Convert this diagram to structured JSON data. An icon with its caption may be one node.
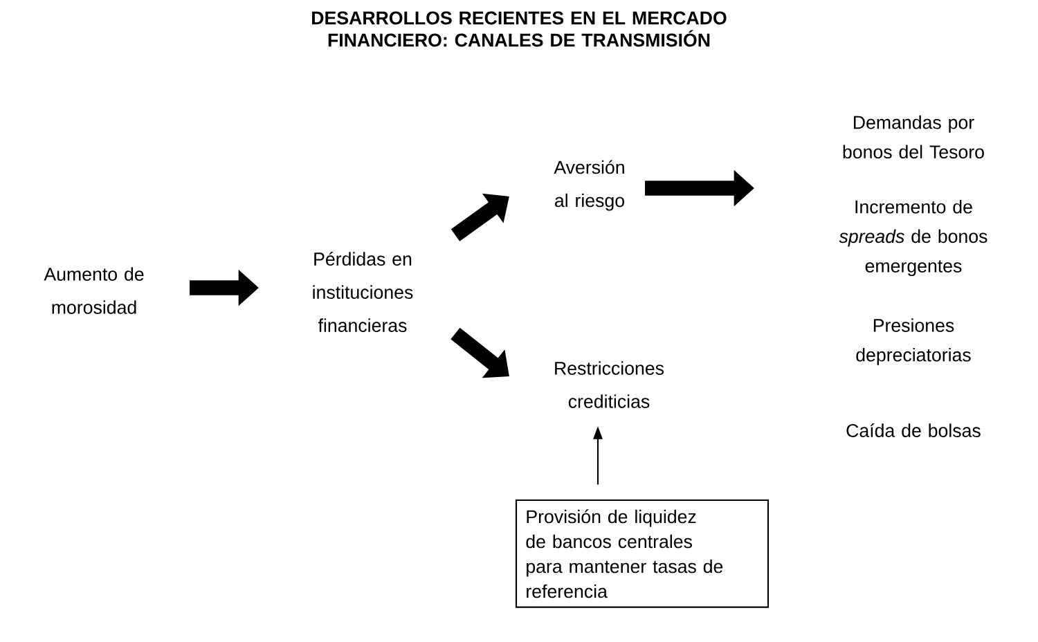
{
  "diagram": {
    "title": "DESARROLLOS RECIENTES EN EL MERCADO FINANCIERO: CANALES DE TRANSMISIÓN",
    "nodes": [
      {
        "text": [
          "Aumento de morosidad"
        ]
      },
      {
        "text": [
          "Pérdidas en instituciones financieras"
        ]
      },
      {
        "text": [
          "Aversión al riesgo"
        ]
      },
      {
        "text": [
          "Restricciones crediticias"
        ]
      },
      {
        "text": [
          "Provisión de liquidez de bancos centrales para mantener tasas de referencia"
        ]
      },
      {
        "text": [
          "Demandas por bonos del Tesoro"
        ]
      },
      {
        "text": [
          "Incremento de *spreads* de bonos emergentes"
        ]
      },
      {
        "text": [
          "Presiones depreciatorias"
        ]
      },
      {
        "text": [
          "Caída de bolsas"
        ]
      }
    ],
    "edges": [
      {
        "from": 0,
        "to": 1,
        "arrow": "to"
      },
      {
        "from": 1,
        "to": 2,
        "arrow": "to"
      },
      {
        "from": 1,
        "to": 3,
        "arrow": "to"
      },
      {
        "from": 2,
        "to": null,
        "arrow": "to"
      },
      {
        "from": 4,
        "to": 3,
        "arrow": "to"
      }
    ]
  }
}
